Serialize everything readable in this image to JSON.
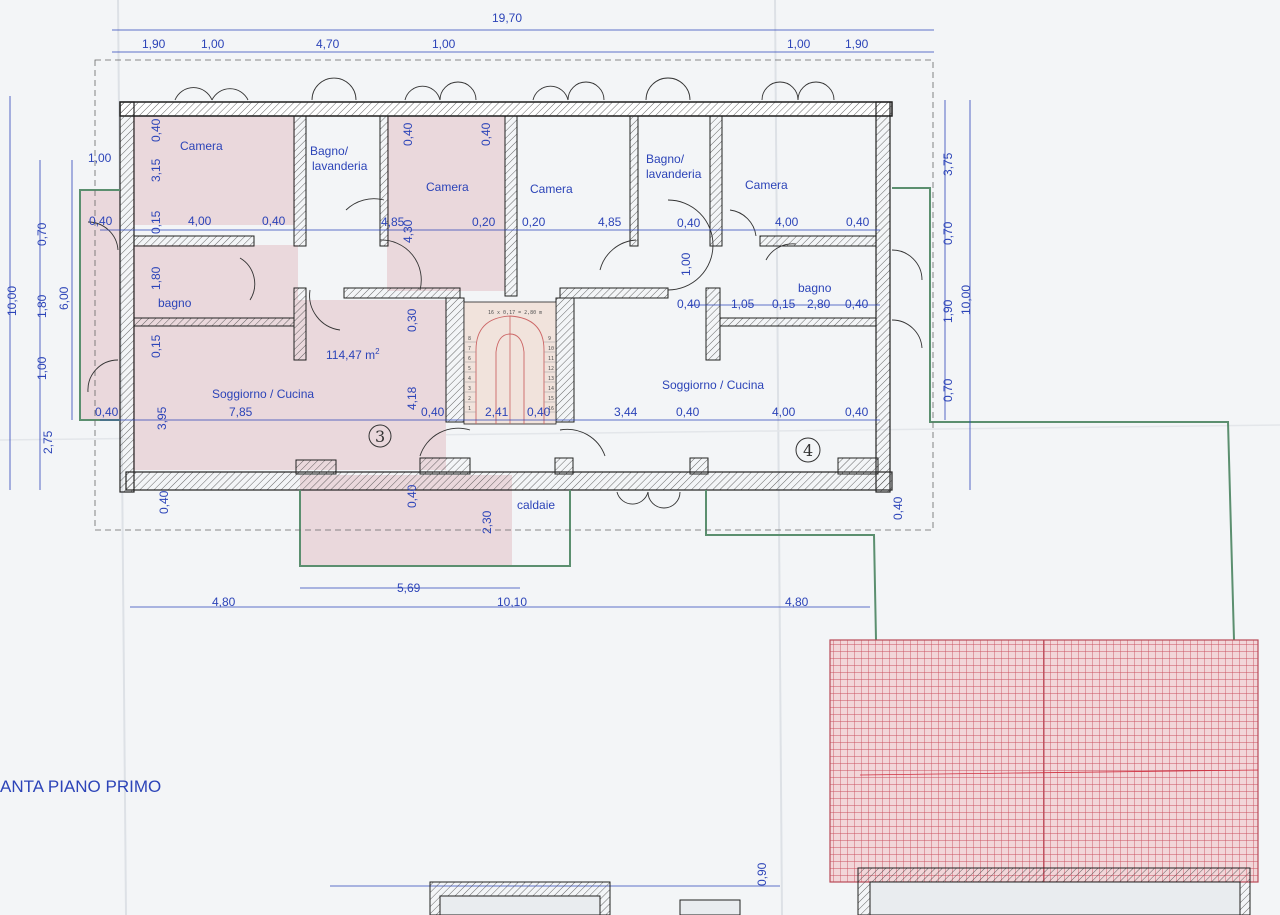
{
  "title": "ANTA PIANO PRIMO",
  "area": "114,47 m",
  "area_sup": "2",
  "units": {
    "left": "3",
    "right": "4"
  },
  "stair_note": "16 x 0,17 = 2,80 m",
  "stair_numbers": [
    "8",
    "7",
    "6",
    "5",
    "4",
    "3",
    "2",
    "1",
    "9",
    "10",
    "11",
    "12",
    "13",
    "14",
    "15",
    "16"
  ],
  "rooms": {
    "camera_1": "Camera",
    "bagno_lav_1a": "Bagno/",
    "bagno_lav_1b": "lavanderia",
    "camera_2": "Camera",
    "camera_3": "Camera",
    "bagno_lav_2a": "Bagno/",
    "bagno_lav_2b": "lavanderia",
    "camera_4": "Camera",
    "bagno_1": "bagno",
    "bagno_2": "bagno",
    "soggiorno_1": "Soggiorno /  Cucina",
    "soggiorno_2": "Soggiorno /  Cucina",
    "caldaie": "caldaie"
  },
  "dims": {
    "total_top": "19,70",
    "t1": "1,90",
    "t2": "1,00",
    "t3": "4,70",
    "t4": "1,00",
    "t5": "1,00",
    "t6": "1,90",
    "r_w1": "0,40",
    "r_h1": "3,15",
    "r_w2": "0,40",
    "r_h2": "0,40",
    "l_100": "1,00",
    "l_070": "0,70",
    "l_040": "0,40",
    "l_1000": "10,00",
    "l_180": "1,80",
    "l_600": "6,00",
    "l_100b": "1,00",
    "l_275": "2,75",
    "l_040b": "0,40",
    "c_015": "0,15",
    "c_400": "4,00",
    "c_040": "0,40",
    "c_485": "4,85",
    "c_430": "4,30",
    "c_020": "0,20",
    "c_020b": "0,20",
    "c_485b": "4,85",
    "c_040b": "0,40",
    "c_400b": "4,00",
    "c_040c": "0,40",
    "c_180": "1,80",
    "c_015b": "0,15",
    "c_030": "0,30",
    "c_100": "1,00",
    "c_040d": "0,40",
    "c_105": "1,05",
    "c_015c": "0,15",
    "c_280": "2,80",
    "c_040e": "0,40",
    "c_395": "3,95",
    "c_785": "7,85",
    "c_418": "4,18",
    "c_040f": "0,40",
    "c_241": "2,41",
    "c_040g": "0,40",
    "c_344": "3,44",
    "c_040h": "0,40",
    "c_400c": "4,00",
    "c_040i": "0,40",
    "b_040": "0,40",
    "b_040b": "0,40",
    "b_230": "2,30",
    "b_040c": "0,40",
    "b_569": "5,69",
    "b_480": "4,80",
    "b_1010": "10,10",
    "b_480b": "4,80",
    "r_375": "3,75",
    "r_070": "0,70",
    "r_1000": "10,00",
    "r_190": "1,90",
    "r_070b": "0,70",
    "bot_090": "0,90"
  }
}
